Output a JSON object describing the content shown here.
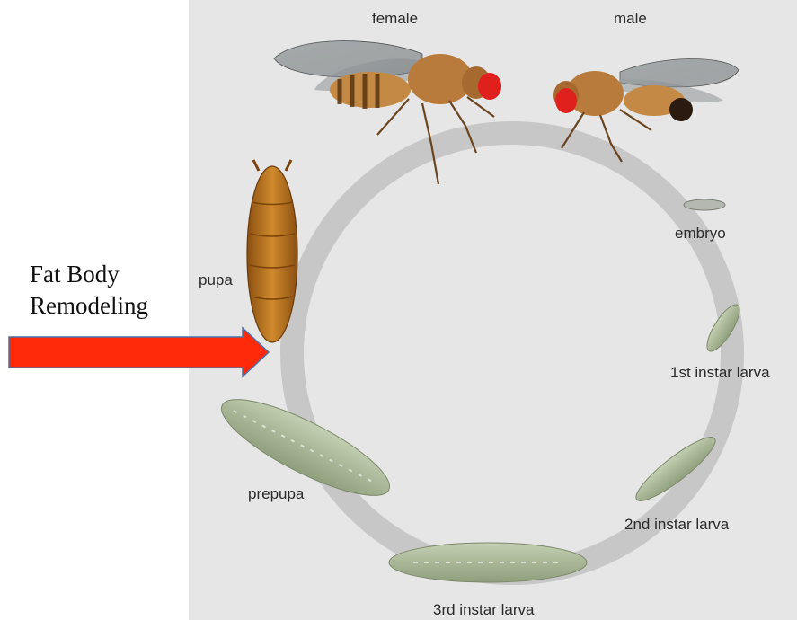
{
  "diagram": {
    "stages": {
      "female": "female",
      "male": "male",
      "embryo": "embryo",
      "first_instar": "1st instar larva",
      "second_instar": "2nd instar larva",
      "third_instar": "3rd instar larva",
      "prepupa": "prepupa",
      "pupa": "pupa"
    },
    "annotation": {
      "line1": "Fat Body",
      "line2": "Remodeling"
    }
  },
  "colors": {
    "panel_background": "#e6e6e6",
    "cycle_ring": "#c7c7c7",
    "arrow_fill": "#ff2a0a",
    "arrow_outline": "#4f6fa8",
    "fly_body": "#b57a3a",
    "fly_eye": "#e0201c",
    "larva": "#a8b894",
    "pupa": "#b9701f"
  }
}
